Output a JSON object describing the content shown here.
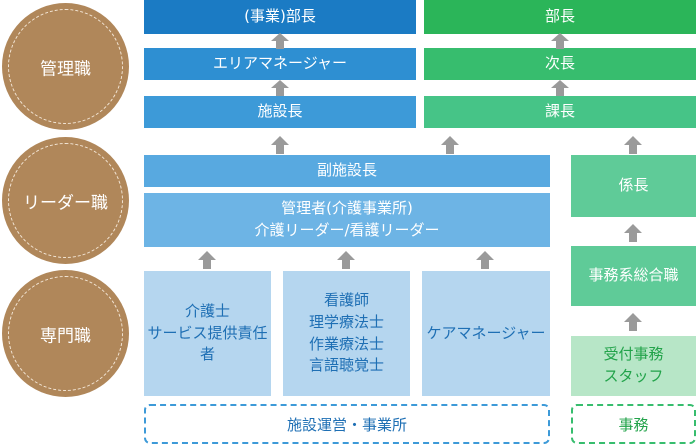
{
  "levels": {
    "management": "管理職",
    "leader": "リーダー職",
    "specialist": "専門職"
  },
  "blue": {
    "dept_head": "(事業)部長",
    "area_manager": "エリアマネージャー",
    "facility_head": "施設長",
    "vice_facility_head": "副施設長",
    "administrator": "管理者(介護事業所)\n介護リーダー/看護リーダー",
    "caregiver": "介護士\nサービス提供責任者",
    "nursing": "看護師\n理学療法士\n作業療法士\n言語聴覚士",
    "care_manager": "ケアマネージャー",
    "footer": "施設運営・事業所"
  },
  "green": {
    "dept_head": "部長",
    "deputy_head": "次長",
    "section_head": "課長",
    "chief": "係長",
    "general_office": "事務系総合職",
    "reception": "受付事務\nスタッフ",
    "footer": "事務"
  },
  "colors": {
    "circle": "#b0875a",
    "blue_dark": "#1b7bc4",
    "blue_light": "#b5d6ef",
    "green_dark": "#2bb559",
    "green_light": "#b7e6c7",
    "arrow": "#9a9a9a"
  }
}
